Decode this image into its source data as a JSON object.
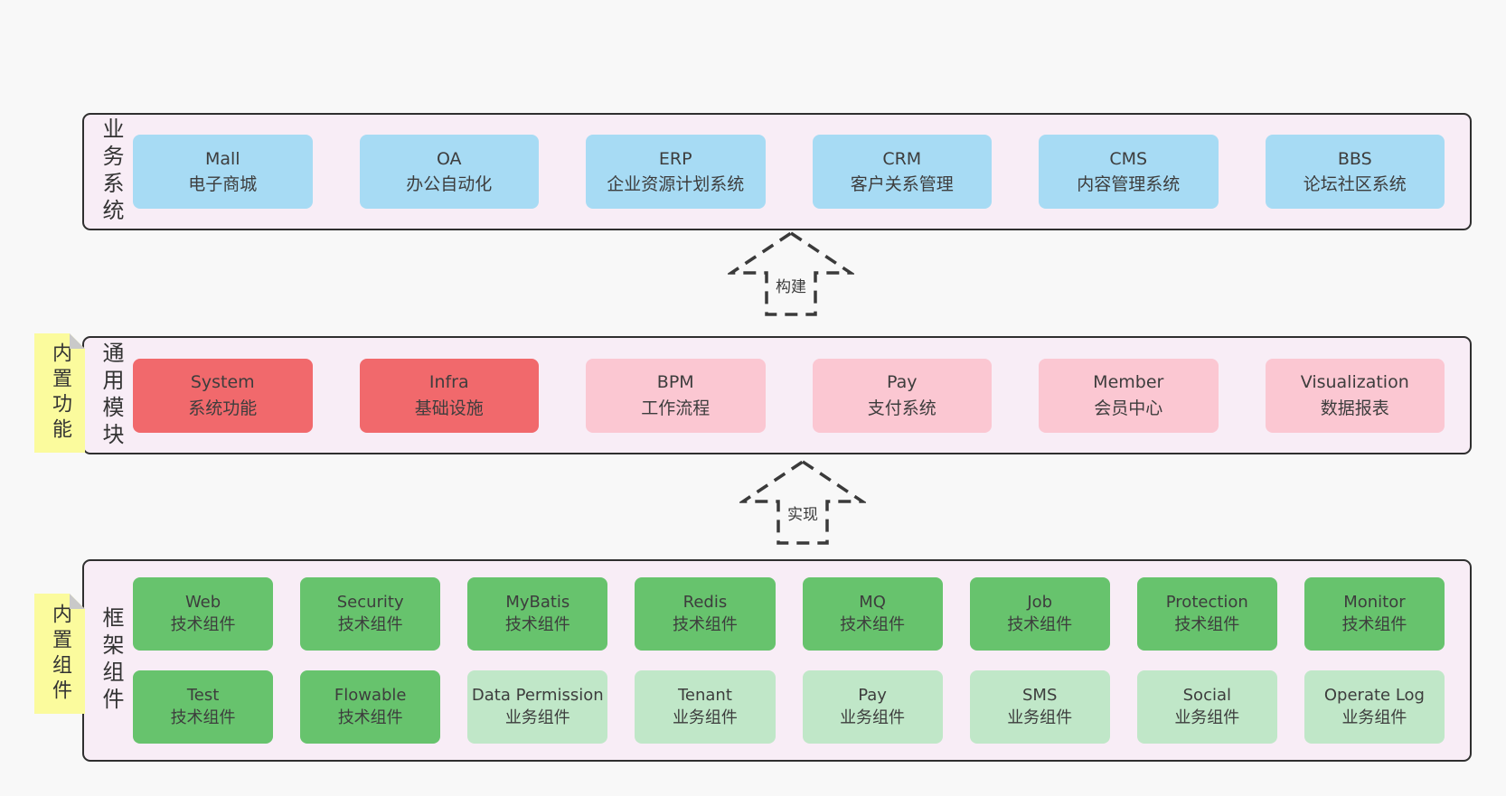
{
  "colors": {
    "page_bg": "#f8f8f8",
    "band_bg": "#f8edf6",
    "band_border": "#2f2f2f",
    "blue": "#a7dbf4",
    "red": "#f1696c",
    "pink": "#fbc7d2",
    "green": "#67c36d",
    "light_green": "#c0e7c8",
    "note_yellow": "#fbfb9d",
    "note_fold": "#c9c9c9",
    "text": "#3d3d3d"
  },
  "arrows": [
    {
      "label": "构建"
    },
    {
      "label": "实现"
    }
  ],
  "bands": {
    "business": {
      "label": "业务系统",
      "boxes": [
        {
          "en": "Mall",
          "zh": "电子商城",
          "color": "blue"
        },
        {
          "en": "OA",
          "zh": "办公自动化",
          "color": "blue"
        },
        {
          "en": "ERP",
          "zh": "企业资源计划系统",
          "color": "blue"
        },
        {
          "en": "CRM",
          "zh": "客户关系管理",
          "color": "blue"
        },
        {
          "en": "CMS",
          "zh": "内容管理系统",
          "color": "blue"
        },
        {
          "en": "BBS",
          "zh": "论坛社区系统",
          "color": "blue"
        }
      ]
    },
    "modules": {
      "label": "通用模块",
      "note": "内置功能",
      "boxes": [
        {
          "en": "System",
          "zh": "系统功能",
          "color": "red"
        },
        {
          "en": "Infra",
          "zh": "基础设施",
          "color": "red"
        },
        {
          "en": "BPM",
          "zh": "工作流程",
          "color": "pink"
        },
        {
          "en": "Pay",
          "zh": "支付系统",
          "color": "pink"
        },
        {
          "en": "Member",
          "zh": "会员中心",
          "color": "pink"
        },
        {
          "en": "Visualization",
          "zh": "数据报表",
          "color": "pink"
        }
      ]
    },
    "components": {
      "label": "框架组件",
      "note": "内置组件",
      "rows": [
        [
          {
            "en": "Web",
            "zh": "技术组件",
            "color": "green"
          },
          {
            "en": "Security",
            "zh": "技术组件",
            "color": "green"
          },
          {
            "en": "MyBatis",
            "zh": "技术组件",
            "color": "green"
          },
          {
            "en": "Redis",
            "zh": "技术组件",
            "color": "green"
          },
          {
            "en": "MQ",
            "zh": "技术组件",
            "color": "green"
          },
          {
            "en": "Job",
            "zh": "技术组件",
            "color": "green"
          },
          {
            "en": "Protection",
            "zh": "技术组件",
            "color": "green"
          },
          {
            "en": "Monitor",
            "zh": "技术组件",
            "color": "green"
          }
        ],
        [
          {
            "en": "Test",
            "zh": "技术组件",
            "color": "green"
          },
          {
            "en": "Flowable",
            "zh": "技术组件",
            "color": "green"
          },
          {
            "en": "Data Permission",
            "zh": "业务组件",
            "color": "light_green"
          },
          {
            "en": "Tenant",
            "zh": "业务组件",
            "color": "light_green"
          },
          {
            "en": "Pay",
            "zh": "业务组件",
            "color": "light_green"
          },
          {
            "en": "SMS",
            "zh": "业务组件",
            "color": "light_green"
          },
          {
            "en": "Social",
            "zh": "业务组件",
            "color": "light_green"
          },
          {
            "en": "Operate Log",
            "zh": "业务组件",
            "color": "light_green"
          }
        ]
      ]
    }
  }
}
